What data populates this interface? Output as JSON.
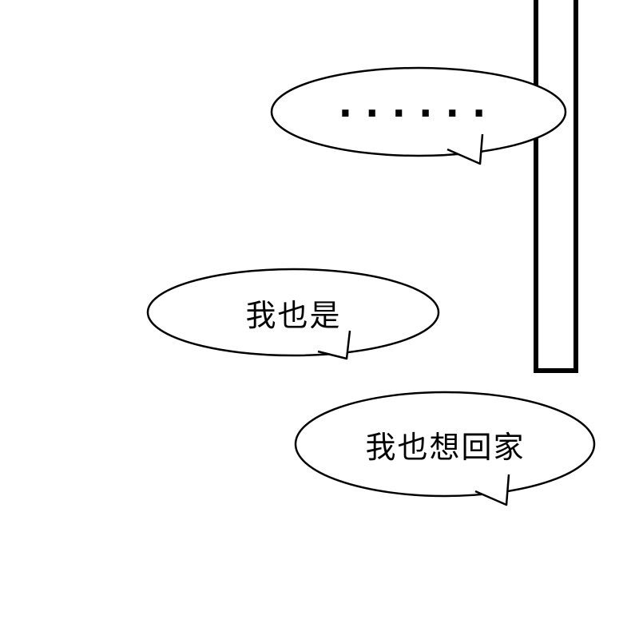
{
  "panel": {
    "colors": {
      "outline": "#000000",
      "fill": "#ffffff",
      "background": "#ffffff"
    },
    "bubbles": [
      {
        "id": "ellipsis",
        "text": "......"
      },
      {
        "id": "me-too",
        "text": "我也是"
      },
      {
        "id": "want-home",
        "text": "我也想回家"
      }
    ]
  }
}
